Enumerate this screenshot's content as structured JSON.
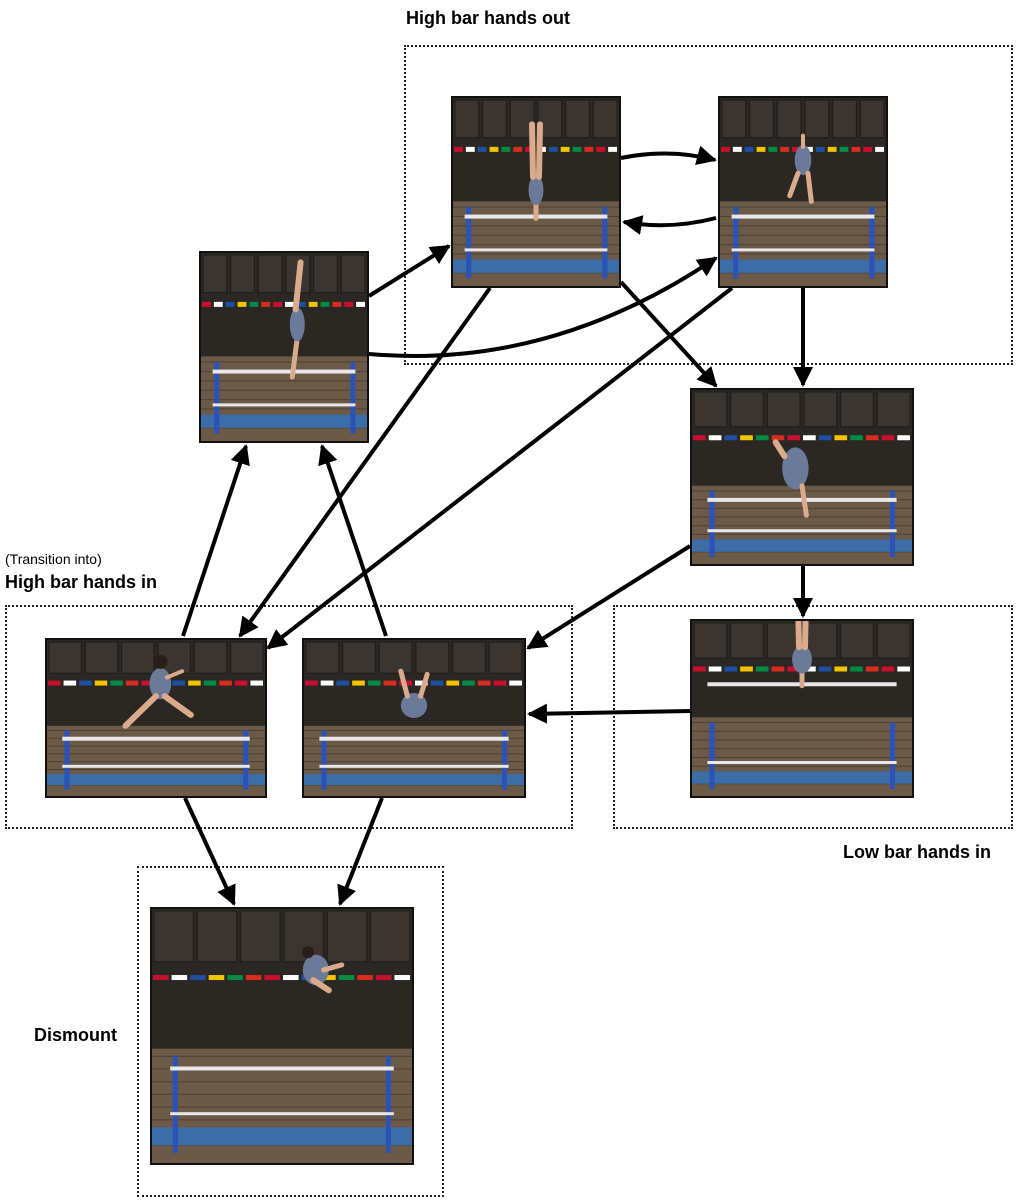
{
  "groups": {
    "high_bar_hands_out": "High bar hands out",
    "transition_note": "(Transition into)",
    "high_bar_hands_in": "High bar hands in",
    "low_bar_hands_in": "Low bar hands in",
    "dismount": "Dismount"
  },
  "frames": [
    {
      "id": "hbo-1",
      "group": "High bar hands out",
      "pose": "handstand"
    },
    {
      "id": "hbo-2",
      "group": "High bar hands out",
      "pose": "giant swing"
    },
    {
      "id": "entry",
      "group": "",
      "pose": "cast to handstand"
    },
    {
      "id": "mid-right",
      "group": "",
      "pose": "kip"
    },
    {
      "id": "hbi-1",
      "group": "High bar hands in",
      "pose": "release straddle"
    },
    {
      "id": "hbi-2",
      "group": "High bar hands in",
      "pose": "tucked salto"
    },
    {
      "id": "lbi-1",
      "group": "Low bar hands in",
      "pose": "handstand"
    },
    {
      "id": "dis-1",
      "group": "Dismount",
      "pose": "dismount salto"
    }
  ],
  "edges": [
    [
      "entry",
      "hbo-1"
    ],
    [
      "entry",
      "hbo-2"
    ],
    [
      "hbo-1",
      "hbo-2"
    ],
    [
      "hbo-2",
      "hbo-1"
    ],
    [
      "hbo-1",
      "mid-right"
    ],
    [
      "hbo-2",
      "mid-right"
    ],
    [
      "hbo-1",
      "hbi-1"
    ],
    [
      "hbo-2",
      "hbi-1"
    ],
    [
      "mid-right",
      "hbi-2"
    ],
    [
      "mid-right",
      "lbi-1"
    ],
    [
      "lbi-1",
      "hbi-2"
    ],
    [
      "hbi-1",
      "entry"
    ],
    [
      "hbi-2",
      "entry"
    ],
    [
      "hbi-1",
      "dis-1"
    ],
    [
      "hbi-2",
      "dis-1"
    ]
  ],
  "colors": {
    "arena_dark": "#2b2723",
    "stands": "#6b5a48",
    "bar_white": "#e8e8ea",
    "bar_post": "#2a52b8",
    "leotard": "#6c7a9a",
    "skin": "#d9ab8c"
  }
}
